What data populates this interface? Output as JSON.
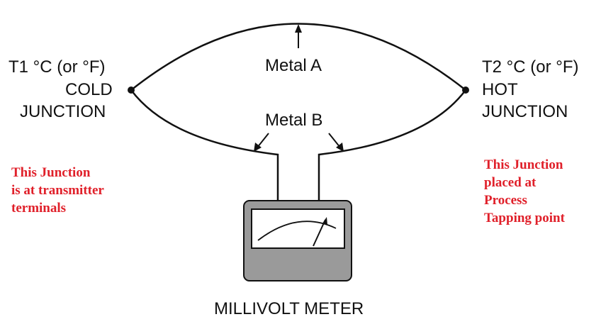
{
  "cold_junction": {
    "temp_label": "T1 °C (or °F)",
    "name_line1": "COLD",
    "name_line2": "JUNCTION",
    "note_lines": [
      "This Junction",
      "is at transmitter",
      "terminals"
    ]
  },
  "hot_junction": {
    "temp_label": "T2 °C (or °F)",
    "name_line1": "HOT",
    "name_line2": "JUNCTION",
    "note_lines": [
      "This Junction",
      "placed at",
      "Process",
      "Tapping point"
    ]
  },
  "wires": {
    "metal_a": "Metal A",
    "metal_b": "Metal B"
  },
  "meter": {
    "caption": "MILLIVOLT METER"
  },
  "colors": {
    "line": "#111111",
    "note_red": "#e0202a",
    "meter_body": "#9a9a9a",
    "meter_face": "#ffffff"
  }
}
